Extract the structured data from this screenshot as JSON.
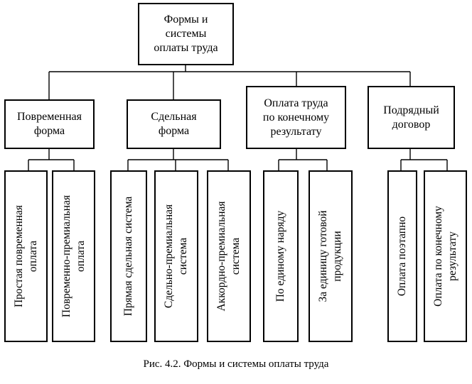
{
  "root": {
    "line1": "Формы и",
    "line2": "системы",
    "line3": "оплаты труда"
  },
  "categories": [
    {
      "line1": "Повременная",
      "line2": "форма"
    },
    {
      "line1": "Сдельная",
      "line2": "форма"
    },
    {
      "line1": "Оплата труда",
      "line2": "по конечному",
      "line3": "результату"
    },
    {
      "line1": "Подрядный",
      "line2": "договор"
    }
  ],
  "leaves": [
    {
      "text": "Простая повременная\nоплата"
    },
    {
      "text": "Повременно-премиальная\nоплата"
    },
    {
      "text": "Прямая сдельная система"
    },
    {
      "text": "Сдельно-премиальная\nсистема"
    },
    {
      "text": "Аккордно-премиальная\nсистема"
    },
    {
      "text": "По единому наряду"
    },
    {
      "text": "За единицу готовой\nпродукции"
    },
    {
      "text": "Оплата поэтапно"
    },
    {
      "text": "Оплата по конечному\nрезультату"
    }
  ],
  "caption": "Рис. 4.2. Формы и системы оплаты труда"
}
